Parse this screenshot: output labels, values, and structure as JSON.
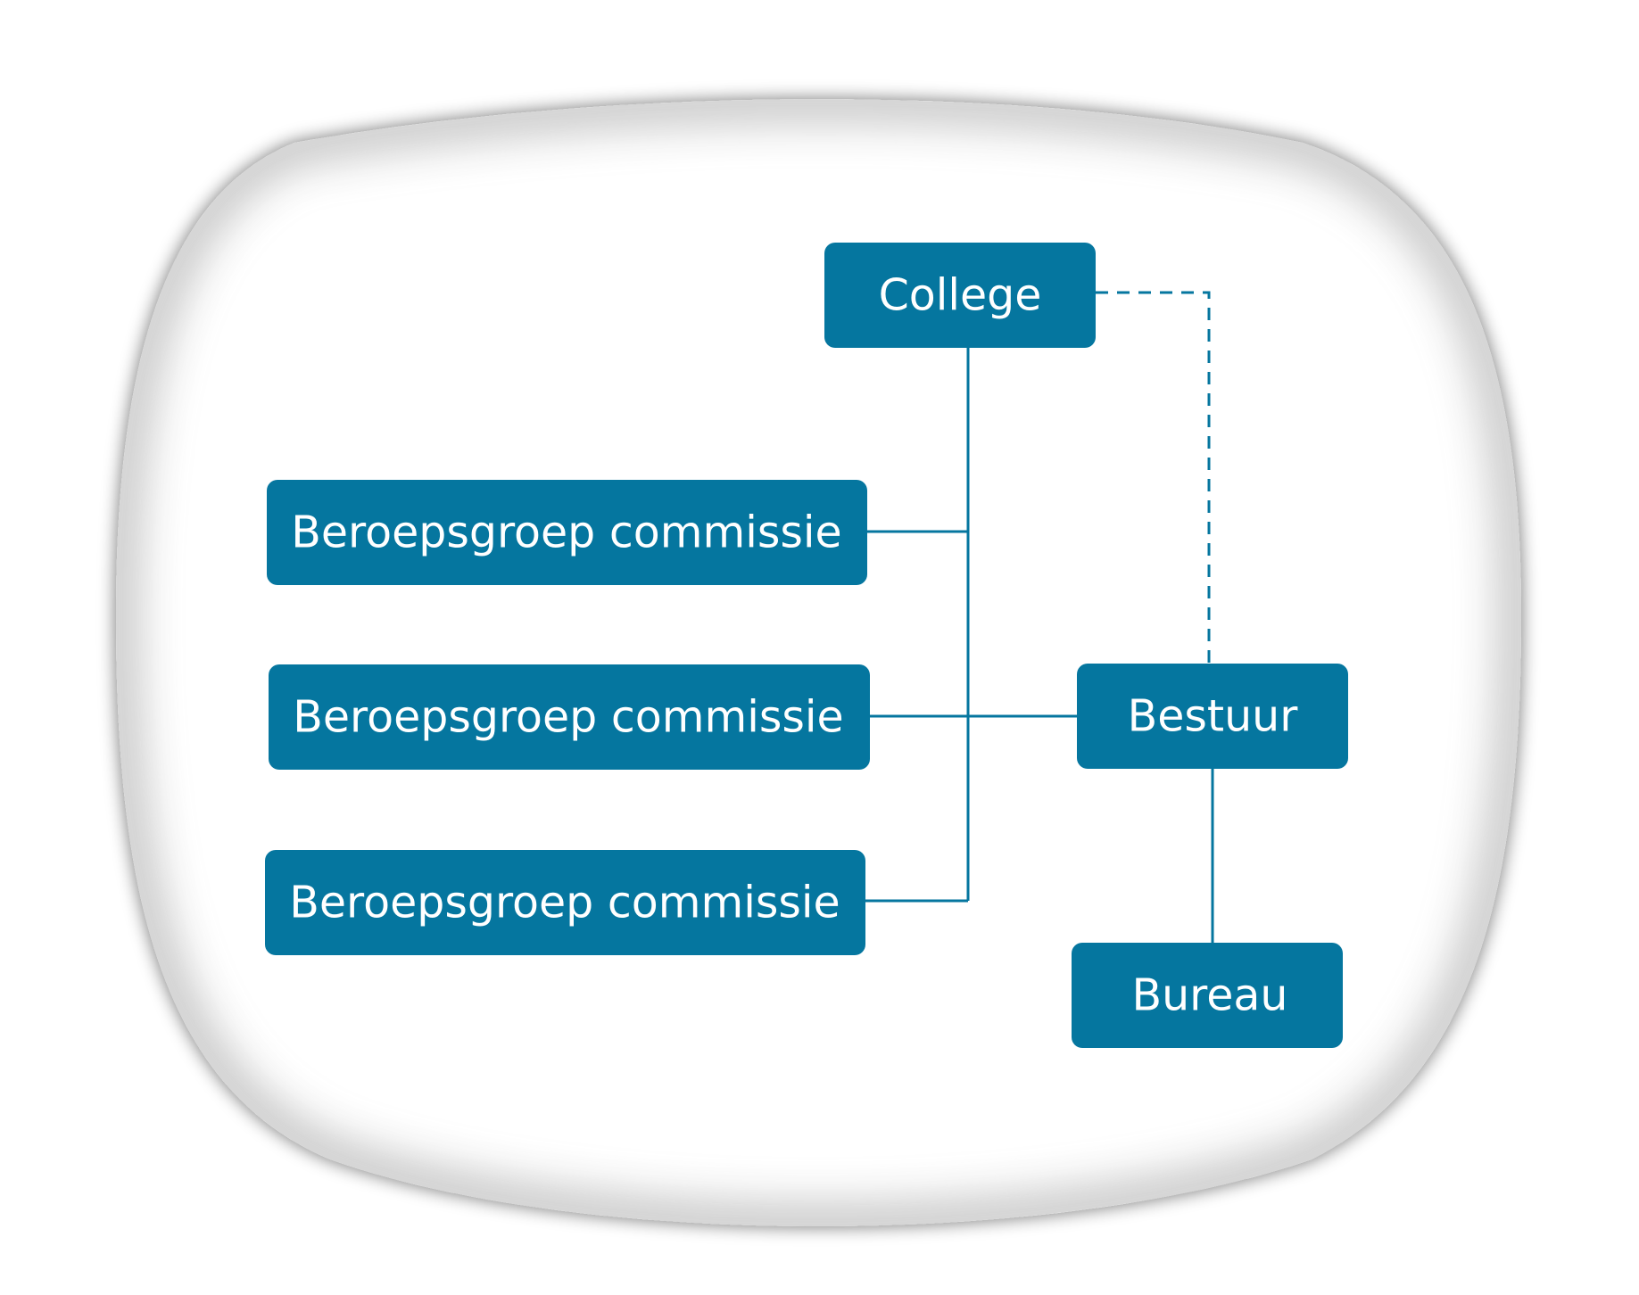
{
  "diagram": {
    "colors": {
      "node_fill": "#05769F",
      "connector": "#05769F",
      "node_text": "#FFFFFF",
      "background": "#FFFFFF"
    },
    "nodes": {
      "college": {
        "label": "College"
      },
      "commissie_1": {
        "label": "Beroepsgroep commissie"
      },
      "commissie_2": {
        "label": "Beroepsgroep commissie"
      },
      "commissie_3": {
        "label": "Beroepsgroep commissie"
      },
      "bestuur": {
        "label": "Bestuur"
      },
      "bureau": {
        "label": "Bureau"
      }
    },
    "edges": [
      {
        "from": "college",
        "to": "commissie_1",
        "style": "solid"
      },
      {
        "from": "college",
        "to": "commissie_2",
        "style": "solid"
      },
      {
        "from": "college",
        "to": "commissie_3",
        "style": "solid"
      },
      {
        "from": "commissie_2",
        "to": "bestuur",
        "style": "solid"
      },
      {
        "from": "bestuur",
        "to": "bureau",
        "style": "solid"
      },
      {
        "from": "college",
        "to": "bestuur",
        "style": "dashed"
      }
    ]
  }
}
